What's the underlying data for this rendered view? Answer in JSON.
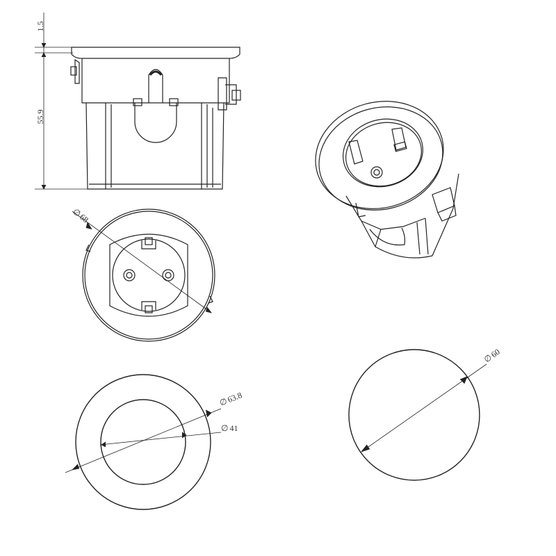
{
  "dimensions": {
    "lip_thickness": "1.5",
    "body_height": "55.9",
    "outer_diameter": "68",
    "ring_outer_diameter": "63.8",
    "ring_inner_diameter": "41",
    "cutout_diameter": "60"
  },
  "diameter_symbol": "∅",
  "colors": {
    "line": "#222222",
    "background": "#ffffff"
  }
}
